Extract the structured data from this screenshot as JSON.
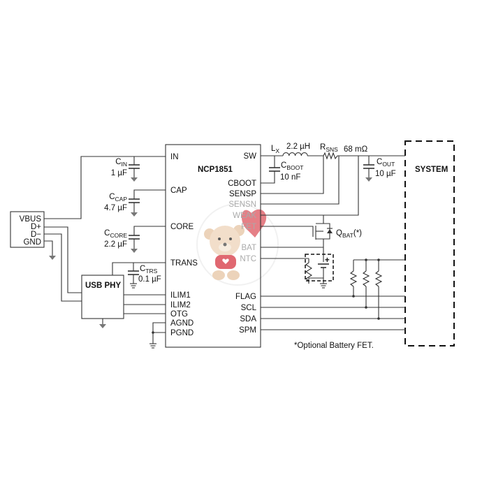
{
  "ic": {
    "name": "NCP1851",
    "left_pins": [
      "IN",
      "CAP",
      "CORE",
      "TRANS",
      "ILIM1",
      "ILIM2",
      "OTG",
      "AGND",
      "PGND"
    ],
    "right_pins": [
      "SW",
      "CBOOT",
      "SENSP",
      "SENSN",
      "WEAK",
      "FET",
      "BAT",
      "NTC",
      "FLAG",
      "SCL",
      "SDA",
      "SPM"
    ]
  },
  "connector": {
    "pins": [
      "VBUS",
      "D+",
      "D−",
      "GND"
    ]
  },
  "usb_phy": {
    "label": "USB PHY"
  },
  "system": {
    "label": "SYSTEM"
  },
  "components": {
    "cin": {
      "name": "C",
      "sub": "IN",
      "value": "1 µF"
    },
    "ccap": {
      "name": "C",
      "sub": "CAP",
      "value": "4.7 µF"
    },
    "ccore": {
      "name": "C",
      "sub": "CORE",
      "value": "2.2 µF"
    },
    "ctrs": {
      "name": "C",
      "sub": "TRS",
      "value": "0.1 µF"
    },
    "lx": {
      "name": "L",
      "sub": "X",
      "value": "2.2 µH"
    },
    "cboot": {
      "name": "C",
      "sub": "BOOT",
      "value": "10 nF"
    },
    "rsns": {
      "name": "R",
      "sub": "SNS",
      "value": "68 mΩ"
    },
    "cout": {
      "name": "C",
      "sub": "OUT",
      "value": "10 µF"
    },
    "qbat": {
      "name": "Q",
      "sub": "BAT",
      "suffix": "(*)"
    },
    "battery_plus": "+"
  },
  "footnote": "*Optional Battery FET.",
  "colors": {
    "wire": "#333333",
    "watermark_heart": "#d9434e"
  }
}
